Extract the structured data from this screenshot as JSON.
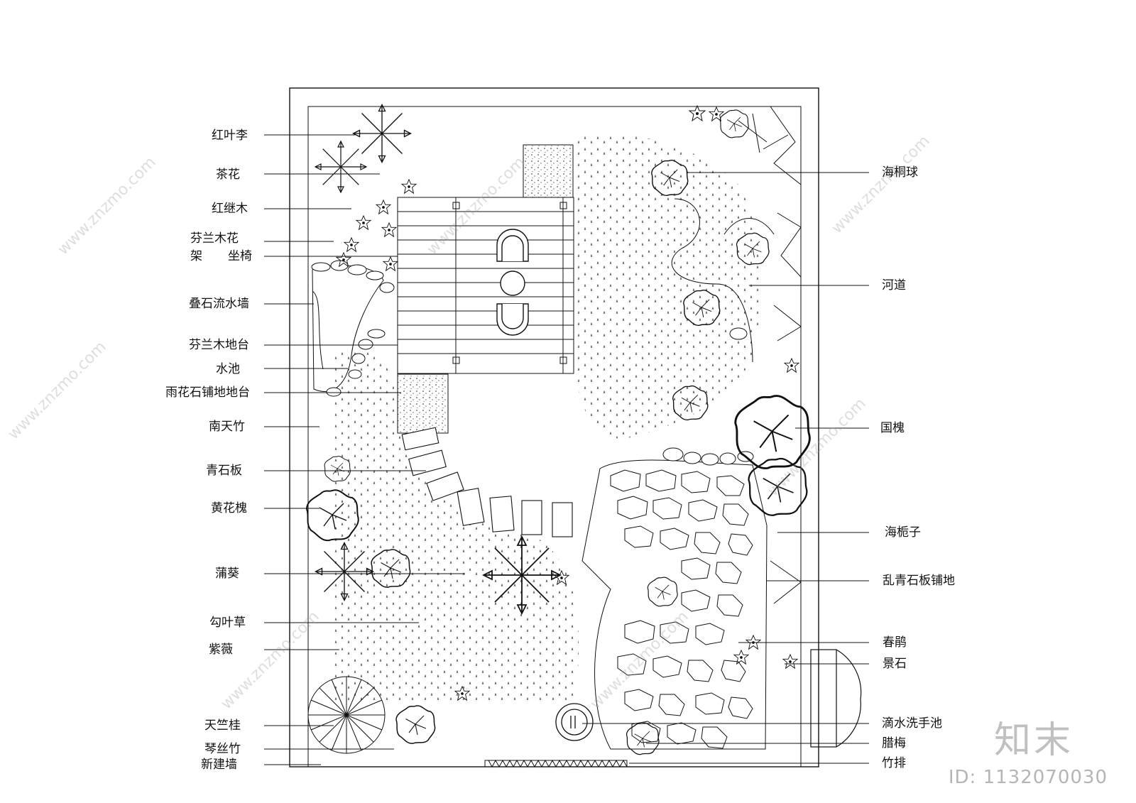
{
  "labels_left": [
    {
      "id": "hongyeli",
      "text": "红叶李"
    },
    {
      "id": "chahua",
      "text": "茶花"
    },
    {
      "id": "hongjimu",
      "text": "红继木"
    },
    {
      "id": "finland-pergola-1",
      "text": "芬兰木花"
    },
    {
      "id": "finland-pergola-2",
      "text": "架"
    },
    {
      "id": "bench",
      "text": "坐椅"
    },
    {
      "id": "rock-wall",
      "text": "叠石流水墙"
    },
    {
      "id": "deck",
      "text": "芬兰木地台"
    },
    {
      "id": "pond",
      "text": "水池"
    },
    {
      "id": "granite-platform",
      "text": "雨花石铺地地台"
    },
    {
      "id": "nandina",
      "text": "南天竹"
    },
    {
      "id": "bluestone",
      "text": "青石板"
    },
    {
      "id": "huanghuahuai",
      "text": "黄花槐"
    },
    {
      "id": "pukui",
      "text": "蒲葵"
    },
    {
      "id": "gouyecao",
      "text": "勾叶草"
    },
    {
      "id": "ziwei",
      "text": "紫薇"
    },
    {
      "id": "tianzhugui",
      "text": "天竺桂"
    },
    {
      "id": "qinsizhu",
      "text": "琴丝竹"
    },
    {
      "id": "new-wall",
      "text": "新建墙"
    }
  ],
  "labels_right": [
    {
      "id": "haitongqiu",
      "text": "海桐球"
    },
    {
      "id": "river",
      "text": "河道"
    },
    {
      "id": "guohuai",
      "text": "国槐"
    },
    {
      "id": "gardenia",
      "text": "海栀子"
    },
    {
      "id": "random-stone",
      "text": "乱青石板铺地"
    },
    {
      "id": "chunjuan",
      "text": "春鹃"
    },
    {
      "id": "rock",
      "text": "景石"
    },
    {
      "id": "basin",
      "text": "滴水洗手池"
    },
    {
      "id": "wintersweet",
      "text": "腊梅"
    },
    {
      "id": "bamboo-fence",
      "text": "竹排"
    }
  ],
  "watermark": {
    "logo": "知末",
    "id": "ID: 1132070030",
    "site": "www.znzmo.com"
  },
  "colors": {
    "line": "#111111",
    "watermark": "#a0a0a0"
  }
}
